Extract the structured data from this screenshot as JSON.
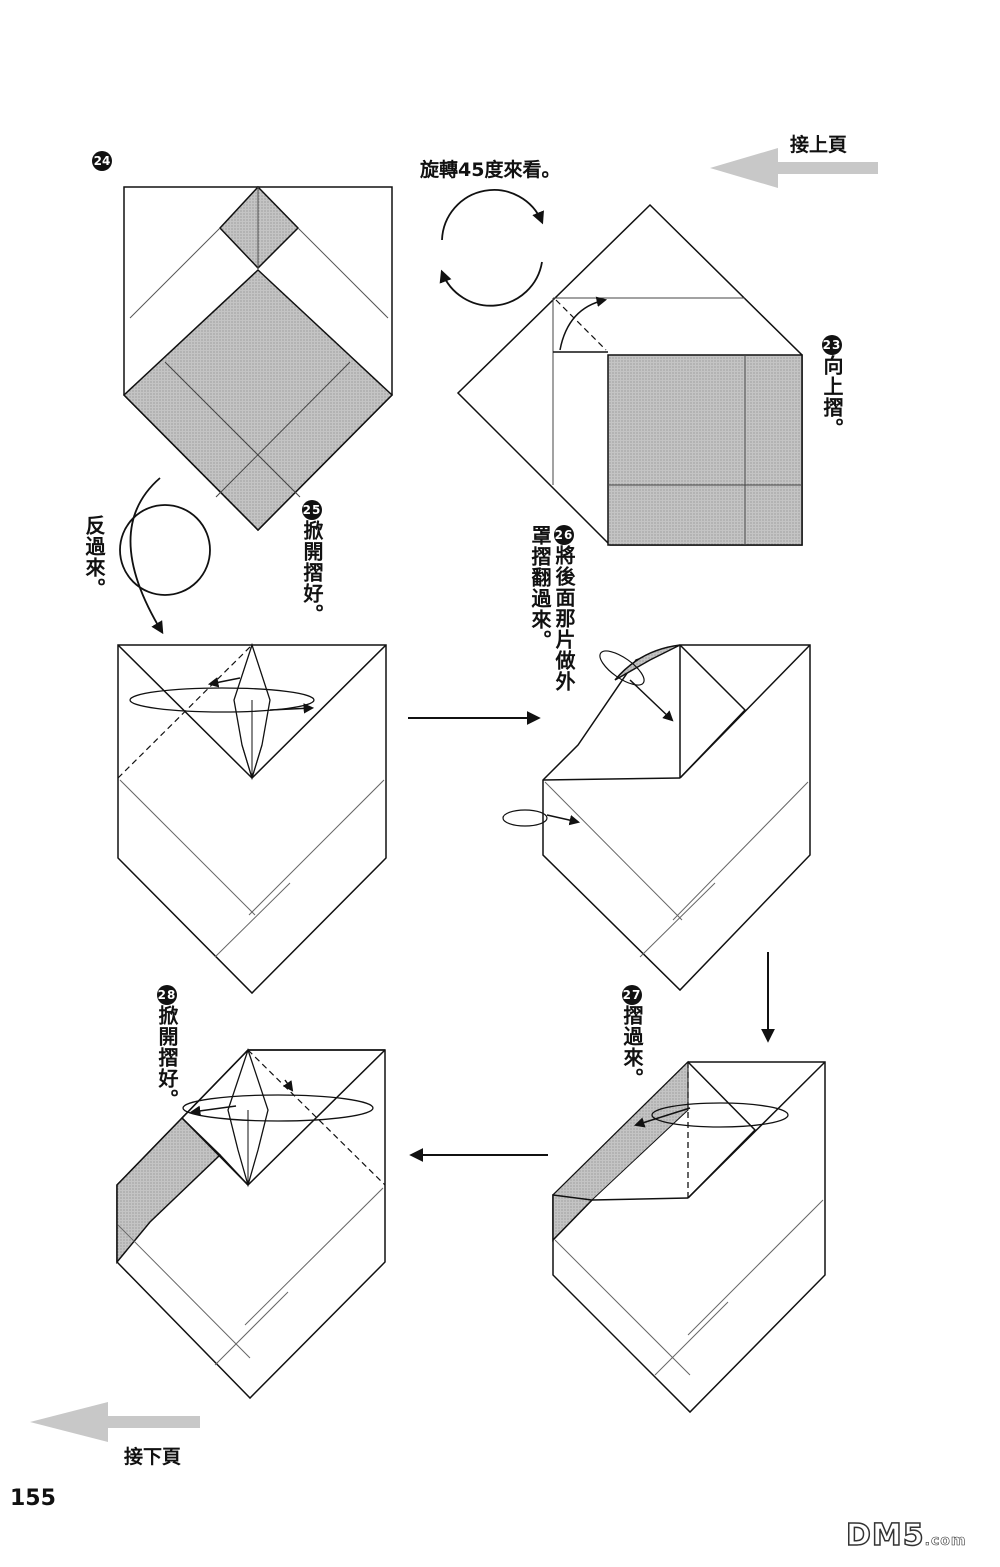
{
  "nav": {
    "prev_page": "接上頁",
    "next_page": "接下頁"
  },
  "page_number": "155",
  "rotate_note": "旋轉45度來看。",
  "steps": [
    {
      "num": "23",
      "text": "向上摺。"
    },
    {
      "num": "24",
      "text": ""
    },
    {
      "num": "25",
      "text": "掀開摺好。"
    },
    {
      "num": "26",
      "text": "將後面那片做外罩摺翻過來。"
    },
    {
      "num": "27",
      "text": "摺過來。"
    },
    {
      "num": "28",
      "text": "掀開摺好。"
    }
  ],
  "flip_note": "反過來。",
  "watermark": {
    "main": "DM5",
    "suffix": ".com"
  },
  "colors": {
    "shade": "#bdbdbd",
    "line": "#111111",
    "thin": "#666666",
    "arrow_gray": "#c8c8c8"
  }
}
